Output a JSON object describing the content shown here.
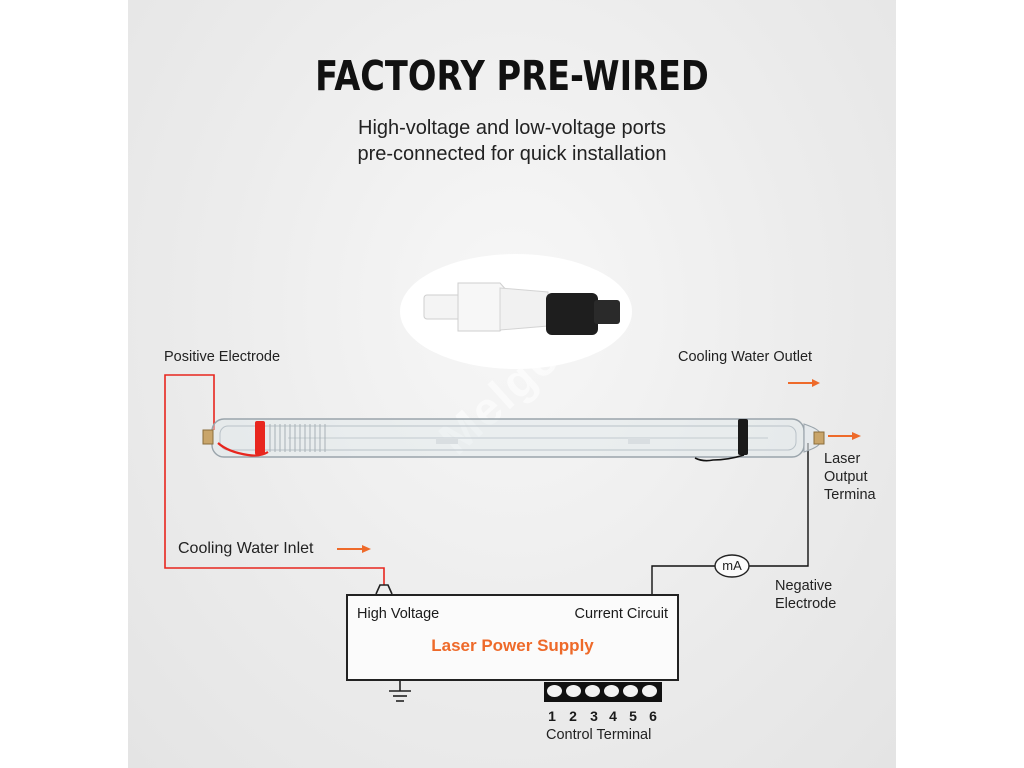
{
  "title": "FACTORY PRE-WIRED",
  "subtitle": {
    "line1": "High-voltage and low-voltage ports",
    "line2": "pre-connected for quick installation"
  },
  "watermark": "Melgo",
  "labels": {
    "positive_electrode": "Positive Electrode",
    "cooling_water_outlet": "Cooling Water Outlet",
    "cooling_water_inlet": "Cooling Water Inlet",
    "laser_output_line1": "Laser",
    "laser_output_line2": "Output",
    "laser_output_line3": "Termina",
    "negative_electrode_line1": "Negative",
    "negative_electrode_line2": "Electrode",
    "meter": "mA"
  },
  "power_supply": {
    "high_voltage": "High Voltage",
    "current_circuit": "Current Circuit",
    "name": "Laser Power Supply"
  },
  "control_terminal": {
    "label": "Control Terminal",
    "pins": [
      "1",
      "2",
      "3",
      "4",
      "5",
      "6"
    ]
  },
  "colors": {
    "accent_orange": "#ee6a2a",
    "wire_red": "#e8261e",
    "wire_black": "#111111"
  }
}
